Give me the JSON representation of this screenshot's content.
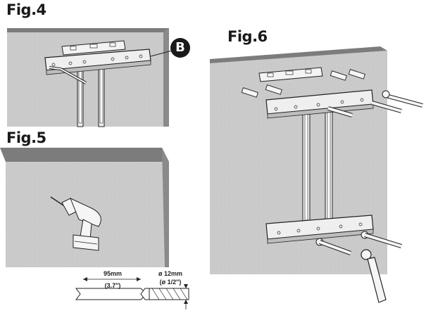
{
  "figures": {
    "fig4": {
      "label": "Fig.4",
      "callout": "B"
    },
    "fig5": {
      "label": "Fig.5"
    },
    "fig6": {
      "label": "Fig.6"
    }
  },
  "drill_bit": {
    "depth_mm": "95mm",
    "depth_in": "(3.7″)",
    "diameter_mm": "ø 12mm",
    "diameter_in": "(ø 1/2″)"
  },
  "colors": {
    "wall_face": "#c9c9c9",
    "wall_edge": "#7c7c7c",
    "bracket": "#efefef",
    "outline": "#222222"
  }
}
